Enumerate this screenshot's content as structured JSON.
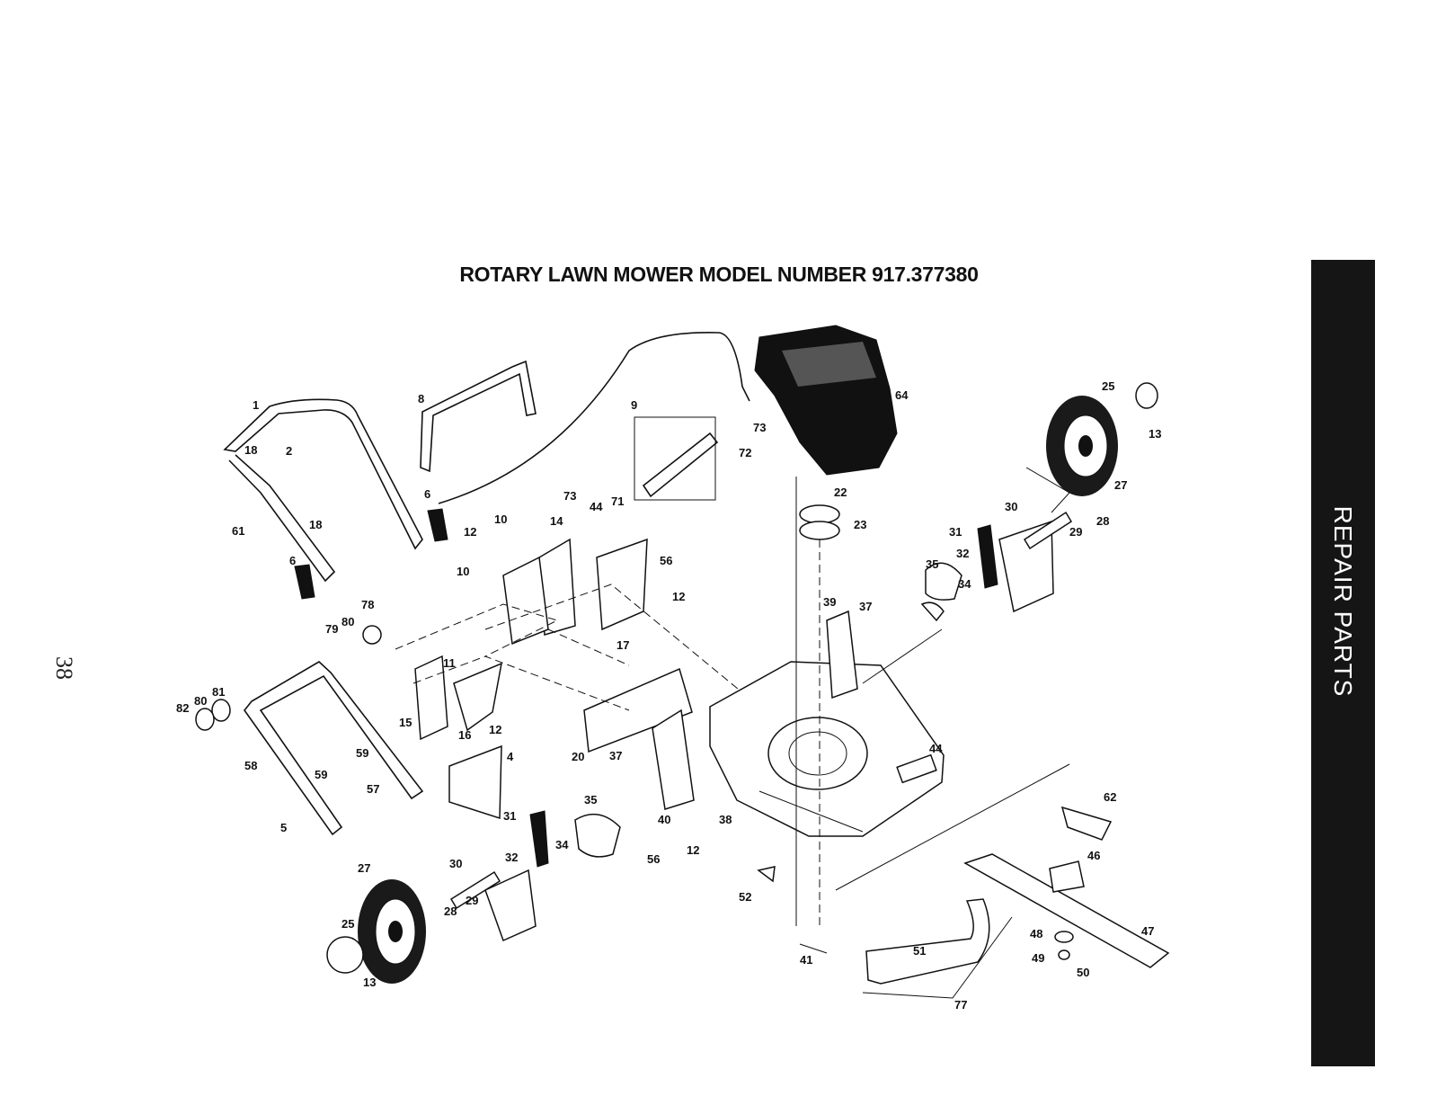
{
  "diagram": {
    "title": "ROTARY LAWN MOWER MODEL NUMBER 917.377380",
    "page_number": "38",
    "side_tab_label": "REPAIR PARTS",
    "callouts": [
      "1",
      "2",
      "18",
      "18",
      "61",
      "6",
      "6",
      "8",
      "9",
      "73",
      "71",
      "72",
      "73",
      "64",
      "44",
      "14",
      "10",
      "10",
      "12",
      "56",
      "12",
      "17",
      "78",
      "80",
      "79",
      "11",
      "15",
      "16",
      "12",
      "20",
      "82",
      "80",
      "81",
      "58",
      "59",
      "59",
      "57",
      "5",
      "4",
      "27",
      "30",
      "28",
      "29",
      "25",
      "13",
      "31",
      "32",
      "34",
      "35",
      "37",
      "40",
      "56",
      "12",
      "38",
      "52",
      "22",
      "23",
      "39",
      "37",
      "35",
      "34",
      "31",
      "32",
      "30",
      "29",
      "28",
      "27",
      "25",
      "13",
      "44",
      "62",
      "46",
      "47",
      "48",
      "49",
      "50",
      "51",
      "41",
      "77"
    ]
  }
}
